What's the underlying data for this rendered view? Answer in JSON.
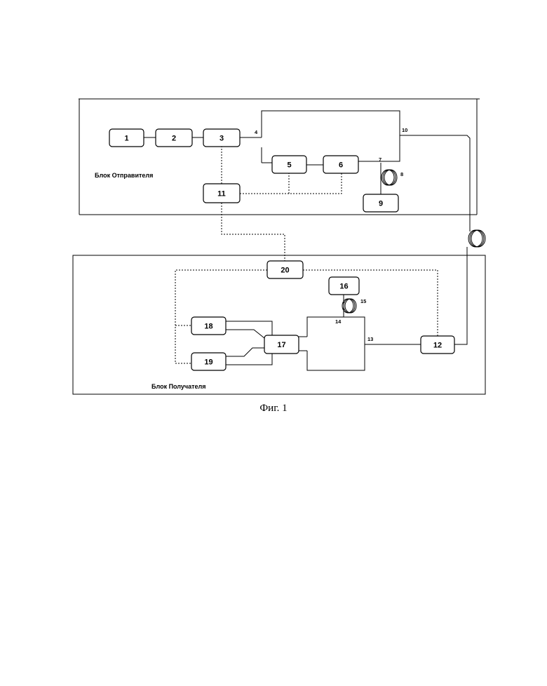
{
  "blocks": {
    "sender": "Блок Отправителя",
    "receiver": "Блок Получателя"
  },
  "nodes": {
    "n1": "1",
    "n2": "2",
    "n3": "3",
    "n5": "5",
    "n6": "6",
    "n9": "9",
    "n11": "11",
    "n12": "12",
    "n16": "16",
    "n17": "17",
    "n18": "18",
    "n19": "19",
    "n20": "20"
  },
  "ports": {
    "p4": "4",
    "p7": "7",
    "p8": "8",
    "p10": "10",
    "p13": "13",
    "p14": "14",
    "p15": "15"
  },
  "caption": "Фиг. 1"
}
